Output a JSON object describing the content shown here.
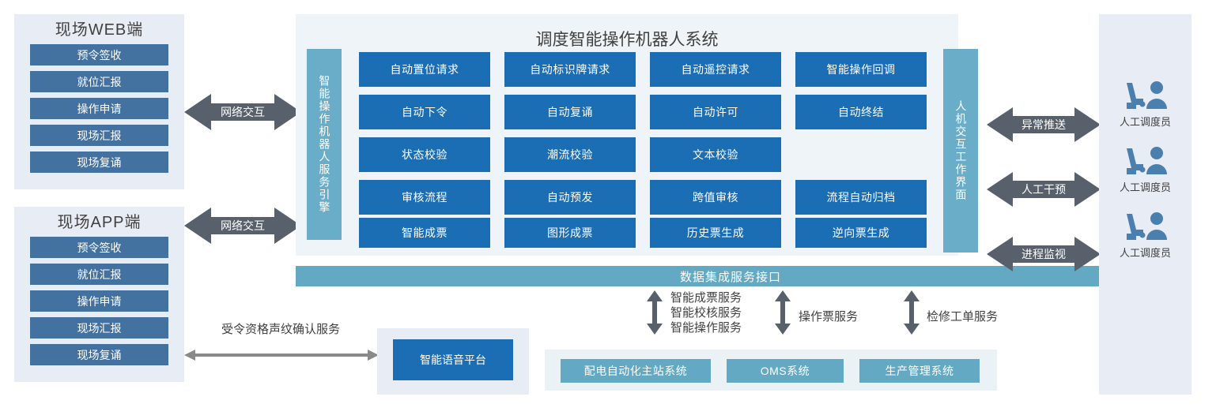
{
  "left_clients": [
    {
      "title": "现场WEB端",
      "buttons": [
        "预令签收",
        "就位汇报",
        "操作申请",
        "现场汇报",
        "现场复诵"
      ]
    },
    {
      "title": "现场APP端",
      "buttons": [
        "预令签收",
        "就位汇报",
        "操作申请",
        "现场汇报",
        "现场复诵"
      ]
    }
  ],
  "network_arrows": [
    {
      "label": "网络交互"
    },
    {
      "label": "网络交互"
    }
  ],
  "center": {
    "title": "调度智能操作机器人系统",
    "left_bar": "智能操作机器人服务引擎",
    "right_bar": "人机交互工作界面",
    "grid": [
      [
        "自动置位请求",
        "自动标识牌请求",
        "自动遥控请求",
        "智能操作回调"
      ],
      [
        "自动下令",
        "自动复诵",
        "自动许可",
        "自动终结"
      ],
      [
        "状态校验",
        "潮流校验",
        "文本校验",
        ""
      ],
      [
        "审核流程",
        "自动预发",
        "跨值审核",
        "流程自动归档"
      ],
      [
        "智能成票",
        "图形成票",
        "历史票生成",
        "逆向票生成"
      ]
    ]
  },
  "data_interface": {
    "label": "数据集成服务接口"
  },
  "service_links": [
    {
      "label": "智能成票服务\n智能校核服务\n智能操作服务"
    },
    {
      "label": "操作票服务"
    },
    {
      "label": "检修工单服务"
    }
  ],
  "voice": {
    "link_label": "受令资格声纹确认服务",
    "box_label": "智能语音平台"
  },
  "external_systems": [
    "配电自动化主站系统",
    "OMS系统",
    "生产管理系统"
  ],
  "dispatchers": [
    {
      "arrow": "异常推送",
      "label": "人工调度员",
      "icon": "dispatcher-icon"
    },
    {
      "arrow": "人工干预",
      "label": "人工调度员",
      "icon": "dispatcher-icon"
    },
    {
      "arrow": "进程监视",
      "label": "人工调度员",
      "icon": "dispatcher-icon"
    }
  ],
  "colors": {
    "panel_bg": "#e8ecf4",
    "center_bg": "#eef4f8",
    "client_button": "#4472a0",
    "function_box": "#1b6eb3",
    "teal_bar": "#63a9c4",
    "vbar": "#6aadc8",
    "arrow_gray": "#58606b",
    "thin_arrow": "#8a8a8a"
  }
}
